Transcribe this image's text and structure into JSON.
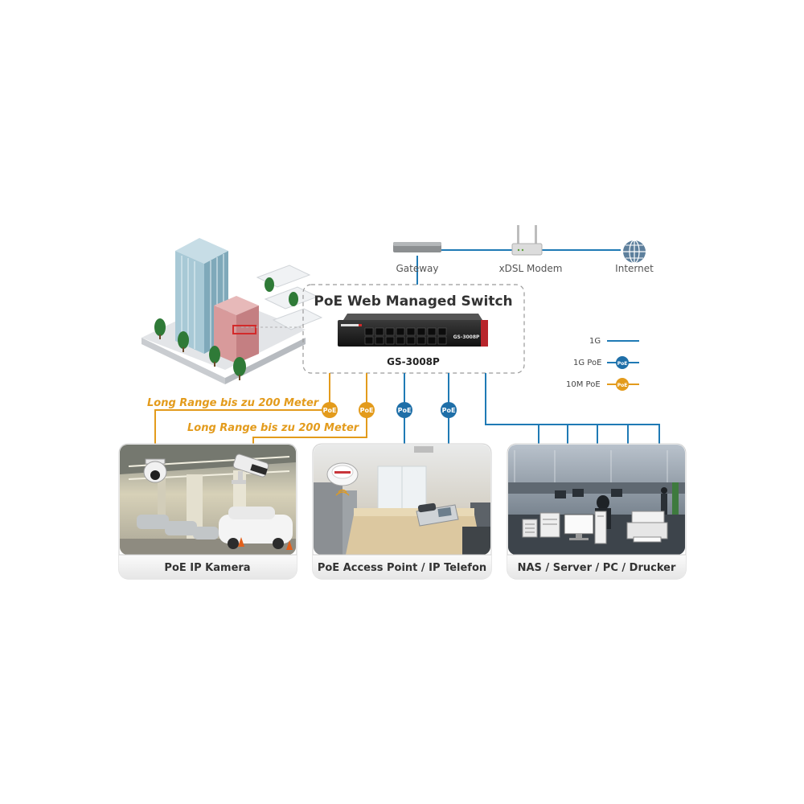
{
  "top": {
    "gateway_label": "Gateway",
    "modem_label": "xDSL Modem",
    "internet_label": "Internet"
  },
  "switch": {
    "title": "PoE Web Managed Switch",
    "model": "GS-3008P",
    "front_model": "GS-3008P"
  },
  "legend": {
    "item_1g": "1G",
    "item_1g_poe": "1G PoE",
    "item_10m_poe": "10M PoE",
    "badge_text": "PoE"
  },
  "links": {
    "long_range_1": "Long Range bis zu 200 Meter",
    "long_range_2": "Long Range bis zu 200 Meter",
    "badge_text": "PoE"
  },
  "panels": {
    "camera": "PoE IP Kamera",
    "access_point": "PoE Access Point / IP Telefon",
    "office": "NAS / Server / PC / Drucker"
  },
  "colors": {
    "blue_link": "#1f7ab5",
    "orange_link": "#e39b1c",
    "badge_blue": "#1f6fa8",
    "badge_orange": "#e39b1c"
  }
}
